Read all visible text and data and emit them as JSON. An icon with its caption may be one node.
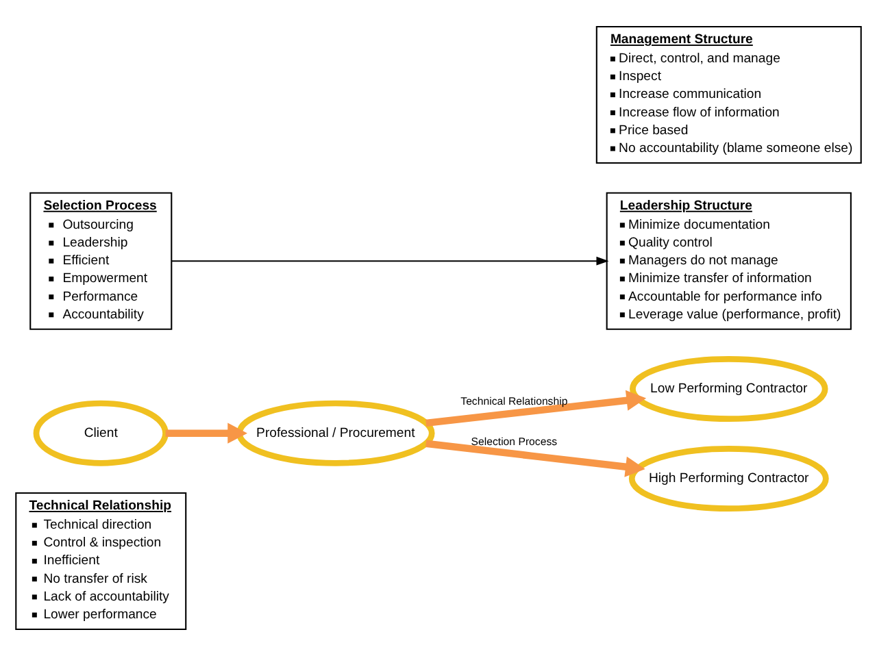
{
  "diagram": {
    "nodes": [
      {
        "text": [
          "Selection Process",
          "Outsourcing",
          "Leadership",
          "Efficient",
          "Empowerment",
          "Performance",
          "Accountability"
        ]
      },
      {
        "text": [
          "Leadership Structure",
          "Minimize documentation",
          "Quality control",
          "Managers do not manage",
          "Minimize transfer of information",
          "Accountable for performance info",
          "Leverage value (performance, profit)"
        ]
      },
      {
        "text": [
          "Client"
        ]
      },
      {
        "text": [
          "Professional / Procurement"
        ]
      },
      {
        "text": [
          "High Performing Contractor"
        ]
      },
      {
        "text": [
          "Low Performing Contractor"
        ]
      },
      {
        "text": [
          "Technical Relationship",
          "Technical direction",
          "Control & inspection",
          "Inefficient",
          "No transfer of risk",
          "Lack of accountability",
          "Lower performance"
        ]
      },
      {
        "text": [
          "Management Structure",
          "Direct, control, and manage",
          "Inspect",
          "Increase communication",
          "Increase flow of information",
          "Price based",
          "No accountability (blame someone else)"
        ]
      }
    ],
    "edges": [
      {
        "from": 0,
        "to": 1,
        "arrow": "to",
        "color": "#000000"
      },
      {
        "from": 2,
        "to": 3,
        "arrow": "to"
      },
      {
        "from": 3,
        "to": 4,
        "arrow": "to",
        "label": "Selection Process"
      },
      {
        "from": 3,
        "to": 5,
        "arrow": "to",
        "label": "Technical Relationship"
      }
    ]
  }
}
